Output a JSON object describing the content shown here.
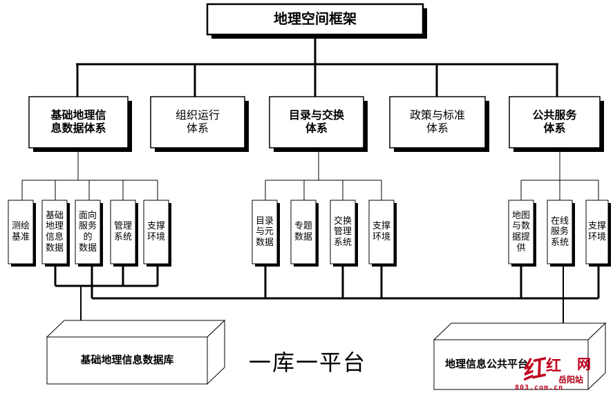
{
  "top": {
    "title": "地理空间框架"
  },
  "categories": [
    {
      "label": "基础地理信\n息数据体系",
      "bold": true,
      "leaves": [
        "测绘\n基准",
        "基础\n地理\n信息\n数据",
        "面向\n服务\n的\n数据",
        "管理\n系统",
        "支撑\n环境"
      ]
    },
    {
      "label": "组织运行\n体系",
      "bold": false,
      "leaves": []
    },
    {
      "label": "目录与交换\n体系",
      "bold": true,
      "leaves": [
        "目录\n与元\n数据",
        "专题\n数据",
        "交换\n管理\n系统",
        "支撑\n环境"
      ]
    },
    {
      "label": "政策与标准\n体系",
      "bold": false,
      "leaves": []
    },
    {
      "label": "公共服务\n体系",
      "bold": true,
      "leaves": [
        "地图\n与数\n据提\n供",
        "在线\n服务\n系统",
        "支撑\n环境"
      ]
    }
  ],
  "bottom": {
    "database": "基础地理信息数据库",
    "platform": "地理信息公共平台",
    "center_label": "一库一平台"
  },
  "watermark": {
    "w1": "红",
    "w2": "红",
    "w3": "网",
    "w4": "岳阳站",
    "w5": "803.com.cn"
  }
}
